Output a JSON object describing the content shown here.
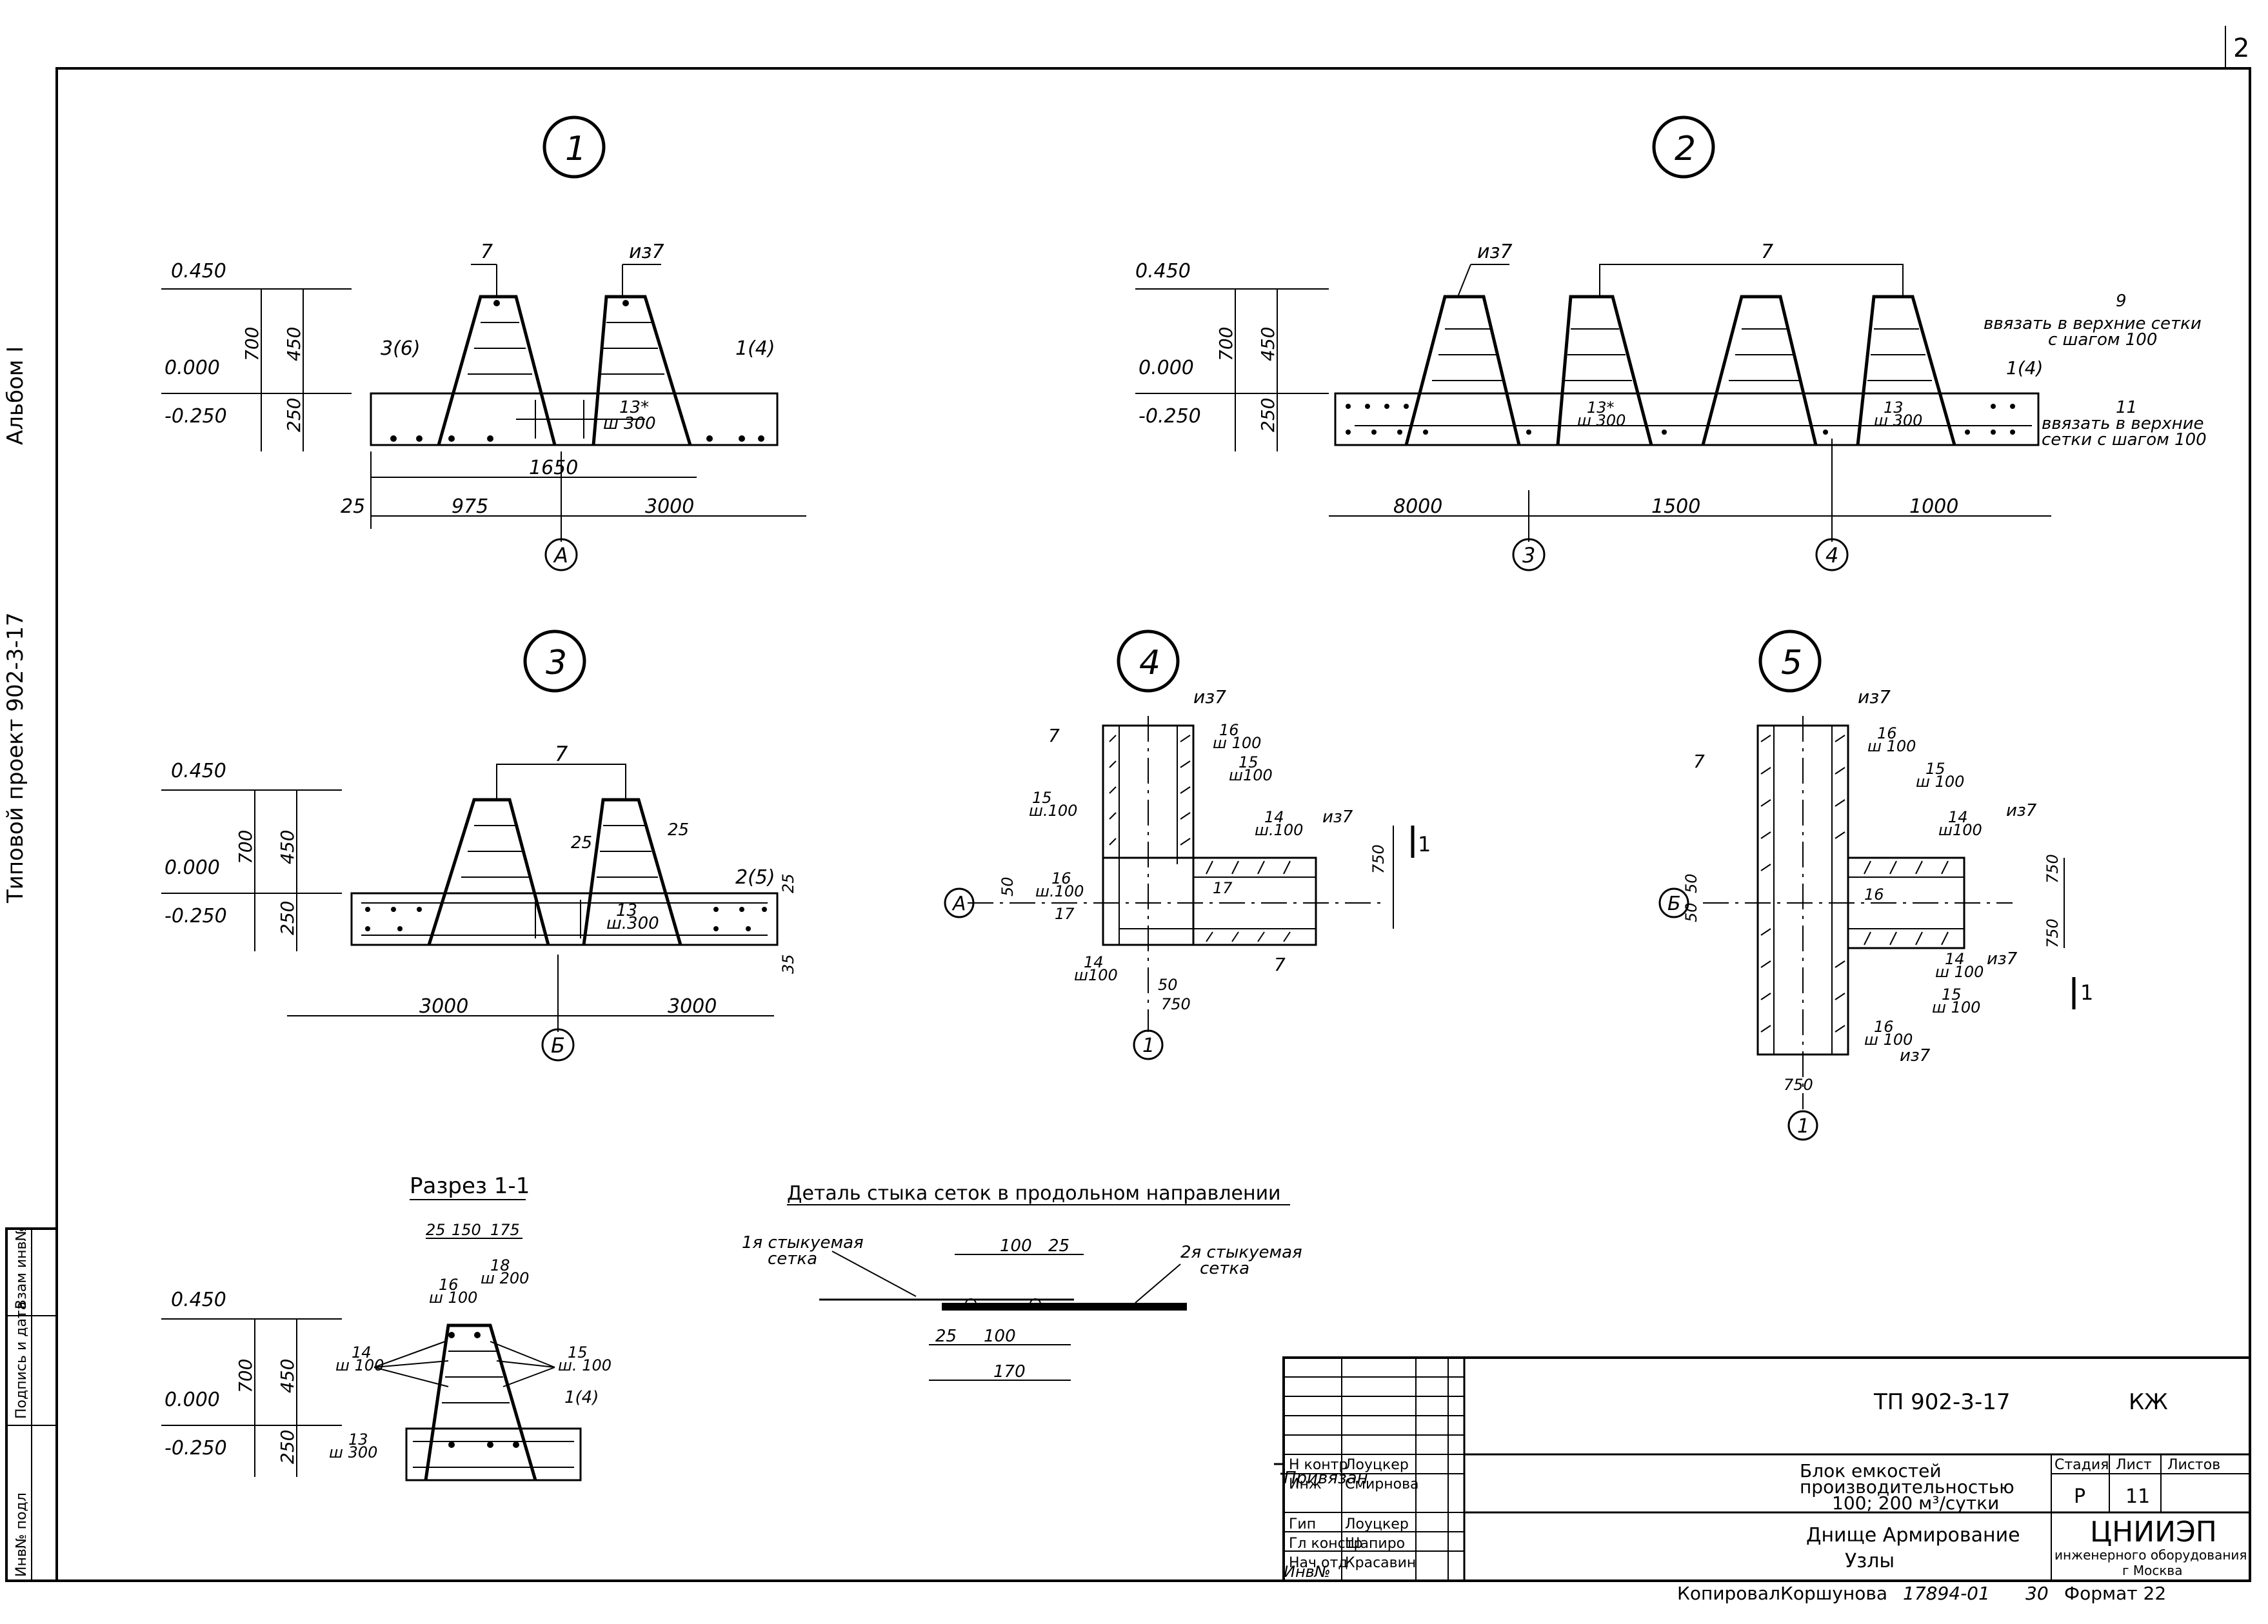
{
  "sheet_corner_number": "2",
  "side_labels": {
    "album": "Альбом I",
    "project": "Типовой проект 902-3-17",
    "stamp": [
      "Инв№ подл",
      "Подпись и дата",
      "Взам инв№"
    ]
  },
  "node1": {
    "title": "1",
    "levels": [
      "0.450",
      "0.000",
      "-0.250"
    ],
    "heights": [
      "700",
      "450",
      "250"
    ],
    "labels": {
      "c7": "7",
      "iz7": "из7",
      "c3": "3(6)",
      "c1": "1(4)",
      "c13": "13*",
      "step": "ш 300"
    },
    "dims": {
      "total": "1650",
      "a": "25",
      "b": "975",
      "c": "3000"
    },
    "axis": "А"
  },
  "node2": {
    "title": "2",
    "levels": [
      "0.450",
      "0.000",
      "-0.250"
    ],
    "heights": [
      "700",
      "450",
      "250"
    ],
    "labels": {
      "iz7": "из7",
      "c7": "7",
      "c9": "9",
      "tie9a": "ввязать в верхние сетки",
      "tie9b": "с шагом 100",
      "c1": "1(4)",
      "c11": "11",
      "tie11a": "ввязать в верхние",
      "tie11b": "сетки с шагом 100",
      "c13a": "13*",
      "c13b": "13",
      "stepa": "ш 300",
      "stepb": "ш 300"
    },
    "dims": {
      "a": "8000",
      "b": "1500",
      "c": "1000"
    },
    "axes": [
      "3",
      "4"
    ]
  },
  "node3": {
    "title": "3",
    "levels": [
      "0.450",
      "0.000",
      "-0.250"
    ],
    "heights": [
      "700",
      "450",
      "250"
    ],
    "labels": {
      "c7": "7",
      "c25a": "25",
      "c25b": "25",
      "c2": "2(5)",
      "c13": "13",
      "step": "ш.300",
      "d25": "25",
      "d35": "35"
    },
    "dims": {
      "a": "3000",
      "b": "3000"
    },
    "axis": "Б"
  },
  "node4": {
    "title": "4",
    "labels": {
      "c7a": "7",
      "iz7a": "из7",
      "c16a": "16",
      "s16a": "ш 100",
      "c15a": "15",
      "s15a": "ш100",
      "c15b": "15",
      "s15b": "ш.100",
      "c14a": "14",
      "s14a": "ш.100",
      "iz7b": "из7",
      "c16b": "16",
      "s16b": "ш.100",
      "c17a": "17",
      "c17b": "17",
      "c14b": "14",
      "s14b": "ш100",
      "c7b": "7",
      "d50a": "50",
      "d50b": "50",
      "d750a": "750",
      "d750b": "750",
      "cut": "1"
    },
    "axes": [
      "А",
      "1"
    ]
  },
  "node5": {
    "title": "5",
    "labels": {
      "iz7a": "из7",
      "c16a": "16",
      "s16a": "ш 100",
      "c7": "7",
      "c15a": "15",
      "s15a": "ш 100",
      "c14a": "14",
      "s14a": "ш100",
      "iz7b": "из7",
      "c16b": "16",
      "c14b": "14",
      "s14b": "ш 100",
      "iz7c": "из7",
      "c15b": "15",
      "s15b": "ш 100",
      "c16c": "16",
      "s16c": "ш 100",
      "iz7d": "из7",
      "d50a": "50",
      "d50b": "50",
      "d750a": "750",
      "d750b": "750",
      "d750c": "750",
      "cut": "1"
    },
    "axes": [
      "Б",
      "1"
    ]
  },
  "section": {
    "title": "Разрез 1-1",
    "levels": [
      "0.450",
      "0.000",
      "-0.250"
    ],
    "heights": [
      "700",
      "450",
      "250"
    ],
    "labels": {
      "d25": "25",
      "d150": "150",
      "d175": "175",
      "c18": "18",
      "s18": "ш 200",
      "c16": "16",
      "s16": "ш 100",
      "c14": "14",
      "s14": "ш 100",
      "c15": "15",
      "s15": "ш. 100",
      "c13": "13",
      "s13": "ш 300",
      "c1": "1(4)"
    }
  },
  "detail": {
    "title": "Деталь стыка сеток в продольном направлении",
    "left1": "1я стыкуемая",
    "left2": "сетка",
    "right1": "2я стыкуемая",
    "right2": "сетка",
    "dims": {
      "top100": "100",
      "top25": "25",
      "b25": "25",
      "b100": "100",
      "b170": "170"
    }
  },
  "title_block": {
    "code": "ТП 902-3-17",
    "mark": "КЖ",
    "privyazan": "Привязан",
    "inv": "Инв№",
    "roles": [
      "Н контр",
      "Инж",
      "Гип",
      "Гл констр",
      "Нач отд"
    ],
    "names": [
      "Лоуцкер",
      "Смирнова",
      "Лоуцкер",
      "Шапиро",
      "Красавин"
    ],
    "object1": "Блок емкостей",
    "object2": "производительностью",
    "object3": "100; 200 м³/сутки",
    "sheet_title1": "Днище Армирование",
    "sheet_title2": "Узлы",
    "stage_h": "Стадия",
    "sheet_h": "Лист",
    "sheets_h": "Листов",
    "stage": "Р",
    "sheet": "11",
    "org1": "ЦНИИЭП",
    "org2": "инженерного оборудования",
    "org3": "г Москва"
  },
  "footer": {
    "copied": "Копировал",
    "copier": "Коршунова",
    "num": "17894-01",
    "n30": "30",
    "format": "Формат 22"
  }
}
